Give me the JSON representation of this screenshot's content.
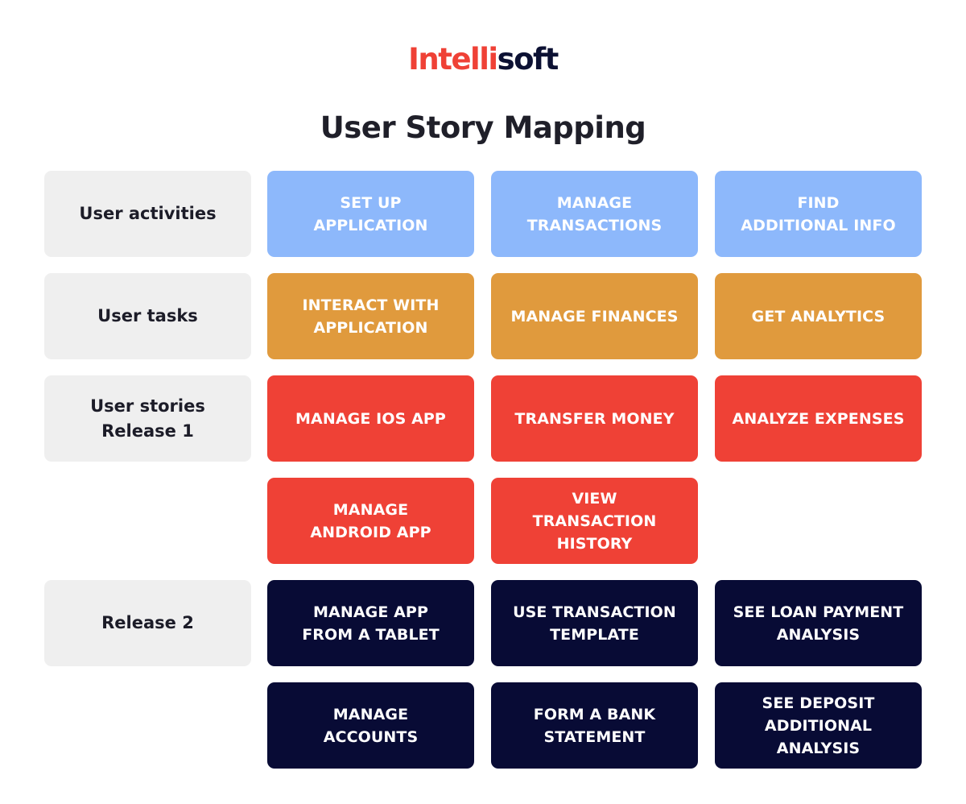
{
  "logo": {
    "part_a": "Intelli",
    "part_b": "soft"
  },
  "title": "User Story Mapping",
  "row_labels": {
    "activities": "User activities",
    "tasks": "User tasks",
    "stories": "User stories\nRelease 1",
    "release2": "Release 2"
  },
  "activities": [
    "SET UP\nAPPLICATION",
    "MANAGE\nTRANSACTIONS",
    "FIND\nADDITIONAL INFO"
  ],
  "tasks": [
    "INTERACT WITH\nAPPLICATION",
    "MANAGE FINANCES",
    "GET ANALYTICS"
  ],
  "release1": {
    "row1": [
      "MANAGE IOS APP",
      "TRANSFER MONEY",
      "ANALYZE EXPENSES"
    ],
    "row2": [
      "MANAGE\nANDROID APP",
      "VIEW\nTRANSACTION\nHISTORY"
    ]
  },
  "release2": {
    "row1": [
      "MANAGE APP\nFROM A TABLET",
      "USE TRANSACTION\nTEMPLATE",
      "SEE LOAN PAYMENT\nANALYSIS"
    ],
    "row2": [
      "MANAGE\nACCOUNTS",
      "FORM A BANK\nSTATEMENT",
      "SEE DEPOSIT\nADDITIONAL\nANALYSIS"
    ]
  },
  "colors": {
    "activity": "#8db8fb",
    "task": "#e09a3d",
    "release1": "#ef4136",
    "release2": "#080b35",
    "label_bg": "#efefef",
    "brand_red": "#ef4136",
    "brand_navy": "#0c1133"
  }
}
